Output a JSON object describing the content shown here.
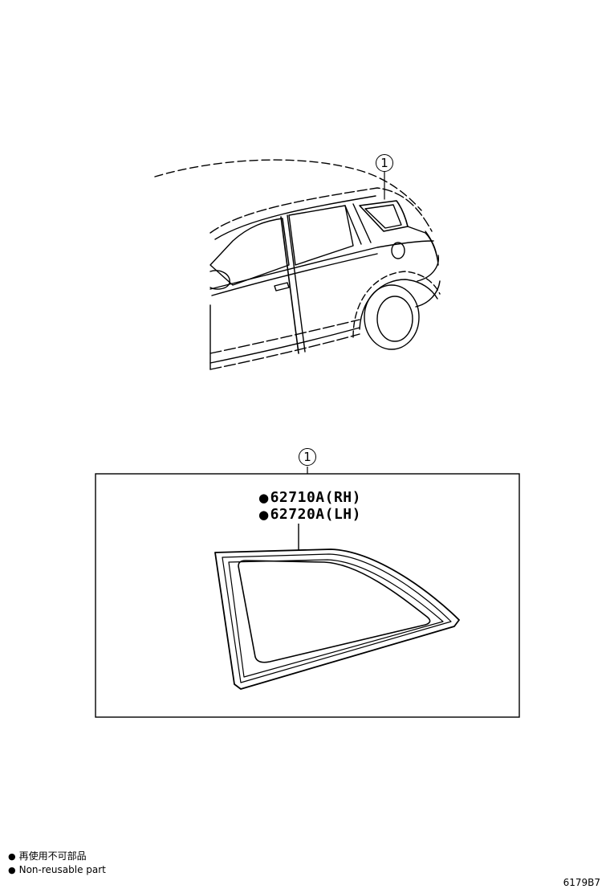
{
  "callout_number": "1",
  "parts": [
    {
      "bullet": "●",
      "number": "62710A(RH)"
    },
    {
      "bullet": "●",
      "number": "62720A(LH)"
    }
  ],
  "legend": [
    {
      "bullet": "●",
      "text": "再使用不可部品"
    },
    {
      "bullet": "●",
      "text": "Non-reusable part"
    }
  ],
  "diagram_code": "6179B7"
}
